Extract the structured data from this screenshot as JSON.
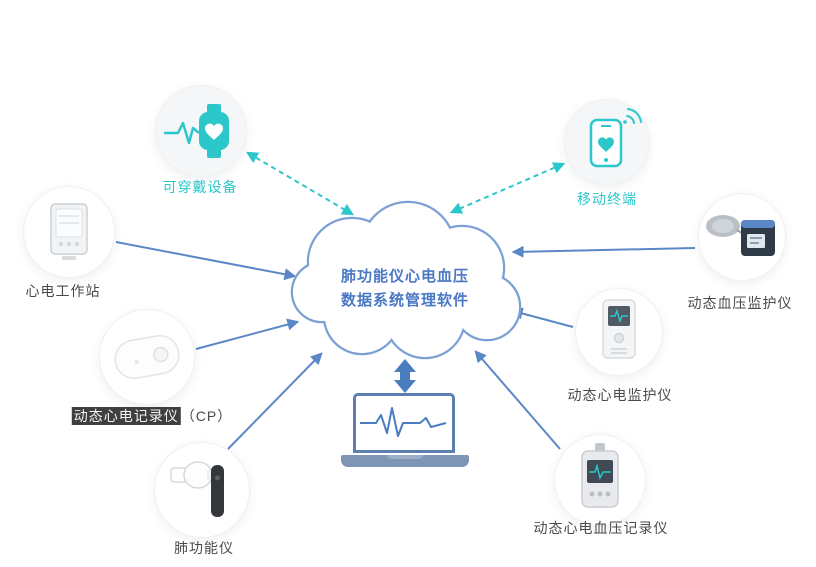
{
  "cloud": {
    "line1": "肺功能仪心电血压",
    "line2": "数据系统管理软件"
  },
  "nodes": {
    "wearable": {
      "label": "可穿戴设备"
    },
    "mobile": {
      "label": "移动终端"
    },
    "workstation": {
      "label": "心电工作站"
    },
    "holter": {
      "label_highlight": "动态心电记录仪",
      "label_suffix": "（CP）"
    },
    "spirometer": {
      "label": "肺功能仪"
    },
    "abp": {
      "label": "动态血压监护仪"
    },
    "ecg_monitor": {
      "label": "动态心电监护仪"
    },
    "ecg_bp_recorder": {
      "label": "动态心电血压记录仪"
    }
  },
  "icons": {
    "wearable": "smartwatch-heart-icon",
    "mobile": "smartphone-heart-signal-icon",
    "center": "cloud-icon",
    "bottom": "laptop-ecg-icon"
  },
  "colors": {
    "teal_accent": "#2bc7cb",
    "blue_arrow": "#5b87c6",
    "cloud_stroke": "#7ba0d4",
    "cloud_text": "#4a78c4",
    "label_dark": "#4a4a4a",
    "highlight_bg": "#3f3f3f"
  }
}
